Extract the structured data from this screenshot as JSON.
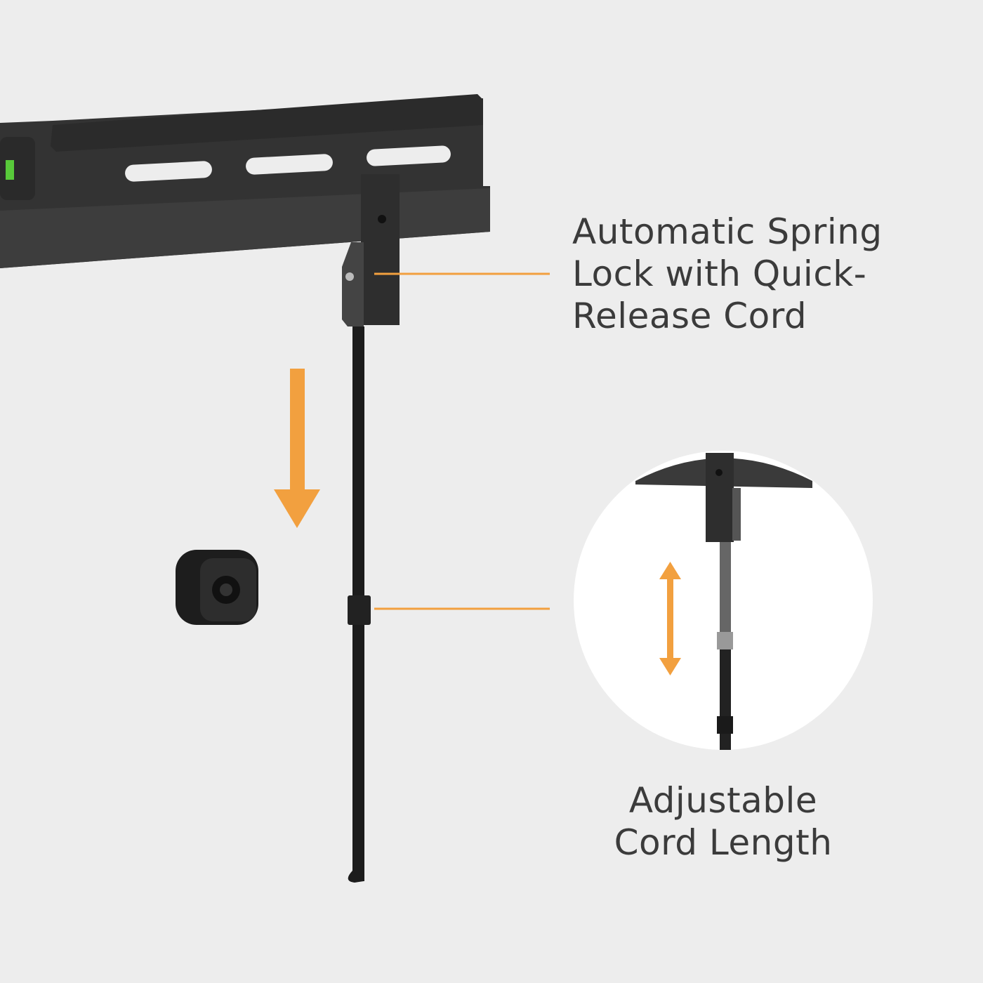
{
  "callouts": {
    "spring_lock": {
      "lines": [
        "Automatic Spring",
        "Lock with Quick-",
        "Release Cord"
      ]
    },
    "cord_length": {
      "lines": [
        "Adjustable",
        "Cord Length"
      ]
    }
  },
  "colors": {
    "background": "#ededed",
    "accent": "#f2a03f",
    "metal": "#3a3a3a",
    "text": "#3b3b3b"
  }
}
